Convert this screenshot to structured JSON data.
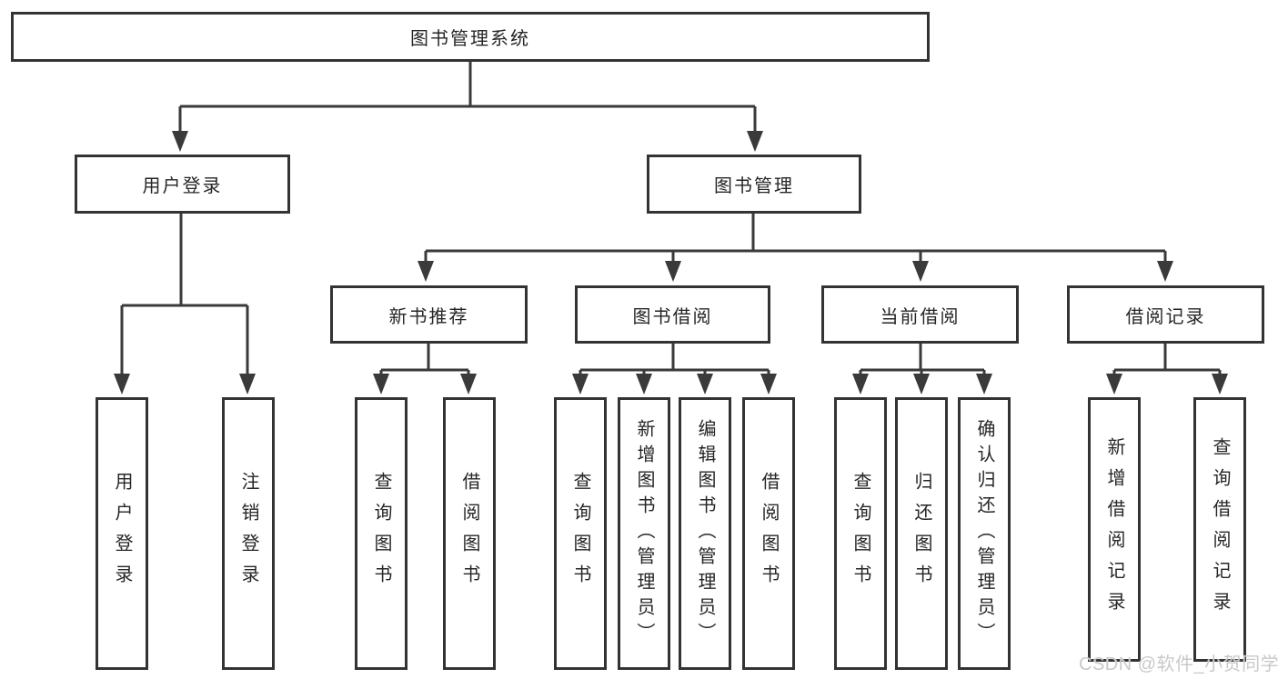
{
  "title": "图书管理系统",
  "tree": {
    "root": {
      "label": "图书管理系统"
    },
    "branches": [
      {
        "label": "用户登录",
        "leaves": [
          {
            "label": "用户登录"
          },
          {
            "label": "注销登录"
          }
        ]
      },
      {
        "label": "图书管理",
        "groups": [
          {
            "label": "新书推荐",
            "leaves": [
              {
                "label": "查询图书"
              },
              {
                "label": "借阅图书"
              }
            ]
          },
          {
            "label": "图书借阅",
            "leaves": [
              {
                "label": "查询图书"
              },
              {
                "label": "新增图书（管理员）"
              },
              {
                "label": "编辑图书（管理员）"
              },
              {
                "label": "借阅图书"
              }
            ]
          },
          {
            "label": "当前借阅",
            "leaves": [
              {
                "label": "查询图书"
              },
              {
                "label": "归还图书"
              },
              {
                "label": "确认归还（管理员）"
              }
            ]
          },
          {
            "label": "借阅记录",
            "leaves": [
              {
                "label": "新增借阅记录"
              },
              {
                "label": "查询借阅记录"
              }
            ]
          }
        ]
      }
    ]
  },
  "watermark": {
    "text": "CSDN @软件_小贺同学"
  },
  "colors": {
    "background": "#ffffff",
    "line": "#3a3a3a",
    "box_border": "#333333",
    "text": "#262626",
    "watermark": "#c9c9c9"
  }
}
